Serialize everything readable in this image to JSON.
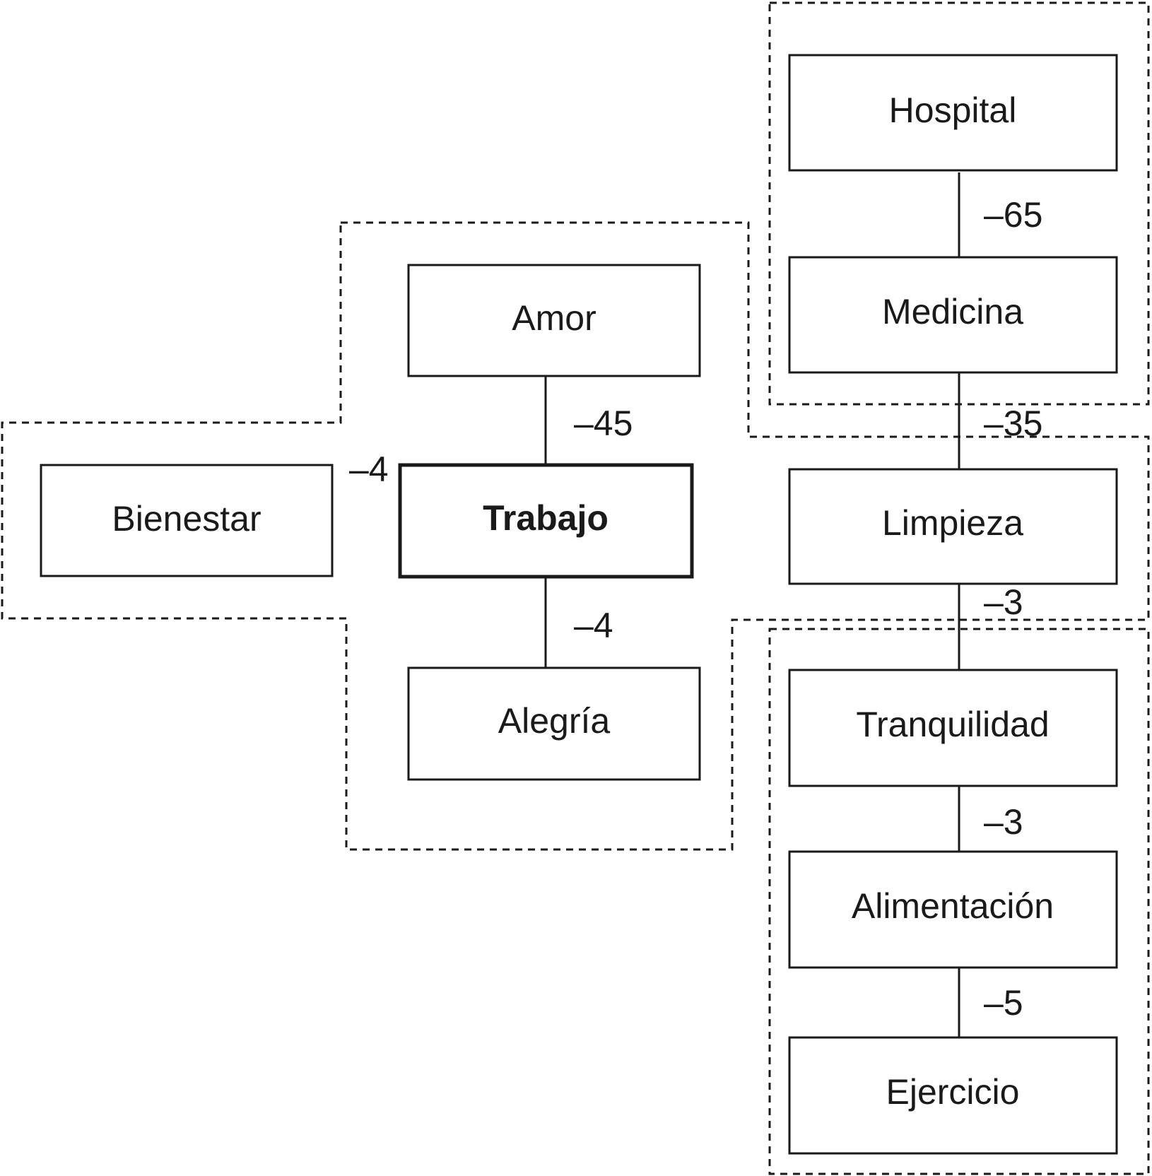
{
  "nodes": {
    "hospital": "Hospital",
    "medicina": "Medicina",
    "amor": "Amor",
    "bienestar": "Bienestar",
    "trabajo": "Trabajo",
    "limpieza": "Limpieza",
    "alegria": "Alegría",
    "tranquilidad": "Tranquilidad",
    "alimentacion": "Alimentación",
    "ejercicio": "Ejercicio"
  },
  "edges": {
    "hospital_medicina": "–65",
    "amor_trabajo": "–45",
    "medicina_limpieza": "–35",
    "bienestar_trabajo": "–4",
    "trabajo_alegria": "–4",
    "limpieza_tranquilidad": "–3",
    "tranquilidad_alimentacion": "–3",
    "alimentacion_ejercicio": "–5"
  },
  "colors": {
    "stroke": "#1a1a1a",
    "background": "#ffffff"
  }
}
